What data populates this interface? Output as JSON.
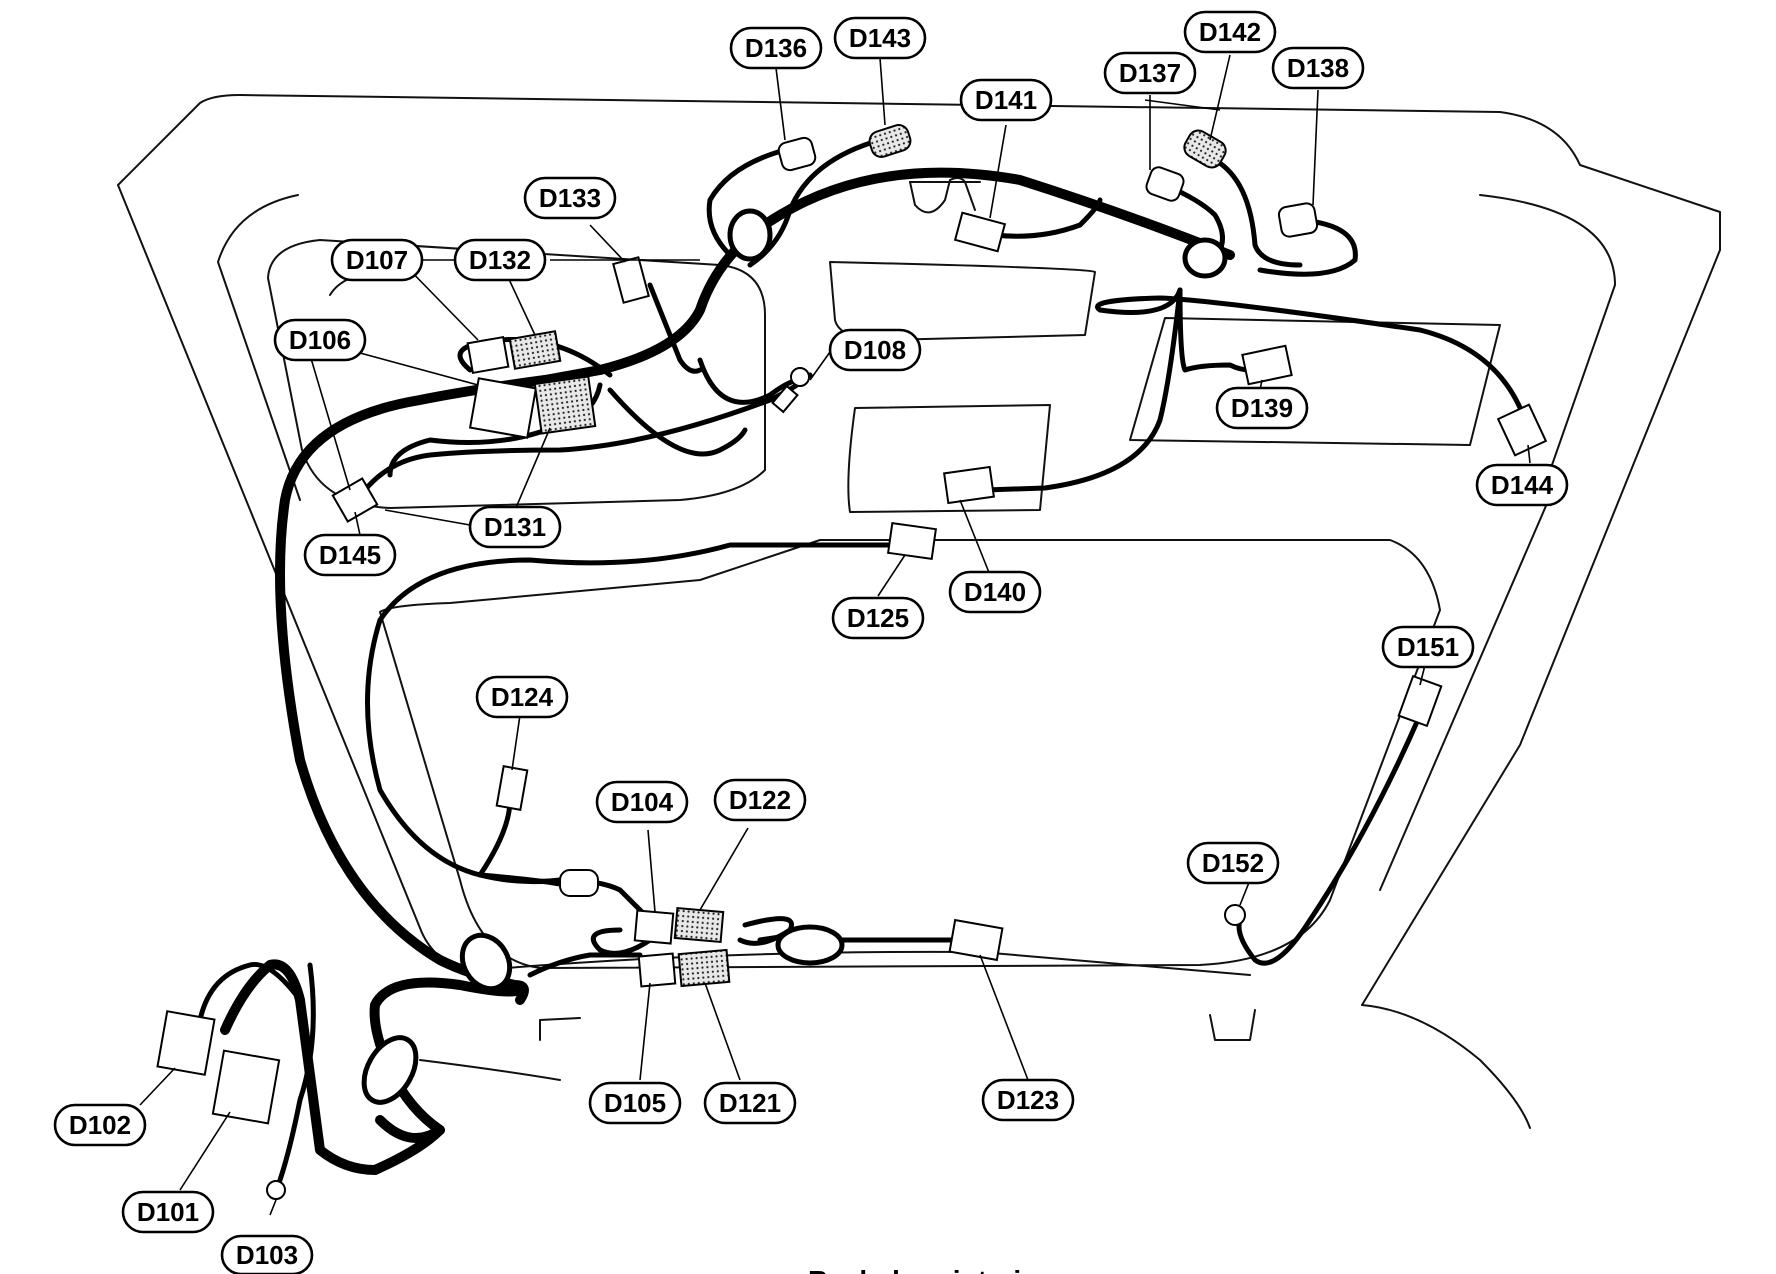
{
  "callouts": {
    "D101": "D101",
    "D102": "D102",
    "D103": "D103",
    "D104": "D104",
    "D105": "D105",
    "D106": "D106",
    "D107": "D107",
    "D108": "D108",
    "D121": "D121",
    "D122": "D122",
    "D123": "D123",
    "D124": "D124",
    "D125": "D125",
    "D131": "D131",
    "D132": "D132",
    "D133": "D133",
    "D136": "D136",
    "D137": "D137",
    "D138": "D138",
    "D139": "D139",
    "D140": "D140",
    "D141": "D141",
    "D142": "D142",
    "D143": "D143",
    "D144": "D144",
    "D145": "D145",
    "D151": "D151",
    "D152": "D152"
  },
  "footer": {
    "caption": "Back door interior"
  }
}
